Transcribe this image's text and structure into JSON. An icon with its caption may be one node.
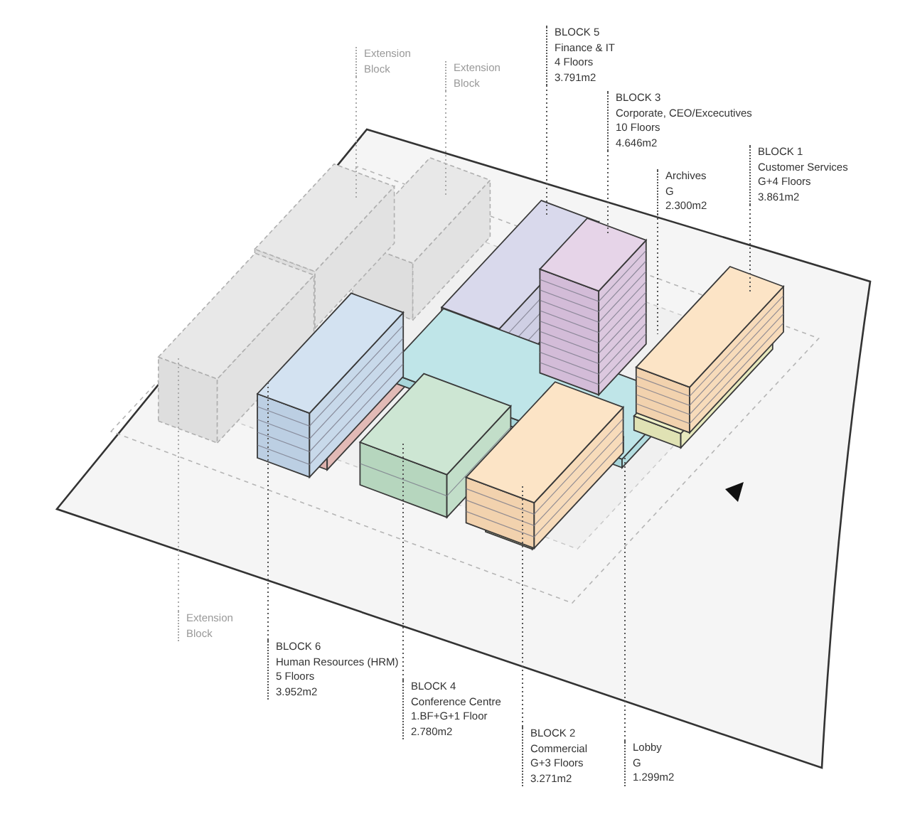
{
  "diagram": {
    "nodes": [
      {
        "text": [
          "BLOCK 5",
          "Finance & IT",
          "4 Floors",
          "3.791m2"
        ]
      },
      {
        "text": [
          "Extension Block"
        ]
      },
      {
        "text": [
          "Extension Block"
        ]
      },
      {
        "text": [
          "BLOCK 3",
          "Corporate, CEO/Excecutives",
          "10 Floors",
          "4.646m2"
        ]
      },
      {
        "text": [
          "BLOCK 1",
          "Customer Services",
          "G+4 Floors",
          "3.861m2"
        ]
      },
      {
        "text": [
          "Archives",
          "G",
          "2.300m2"
        ]
      },
      {
        "text": [
          "Extension Block"
        ]
      },
      {
        "text": [
          "BLOCK 6",
          "Human Resources (HRM)",
          "5 Floors",
          "3.952m2"
        ]
      },
      {
        "text": [
          "BLOCK 4",
          "Conference Centre",
          "1.BF+G+1 Floor",
          "2.780m2"
        ]
      },
      {
        "text": [
          "BLOCK 2",
          "Commercial",
          "G+3 Floors",
          "3.271m2"
        ]
      },
      {
        "text": [
          "Lobby",
          "G",
          "1.299m2"
        ]
      }
    ],
    "edges": [
      {
        "from": 0,
        "to": null,
        "arrow": "none",
        "style": "dashed"
      },
      {
        "from": 1,
        "to": null,
        "arrow": "none",
        "style": "dashed"
      },
      {
        "from": 2,
        "to": null,
        "arrow": "none",
        "style": "dashed"
      },
      {
        "from": 3,
        "to": null,
        "arrow": "none",
        "style": "dashed"
      },
      {
        "from": 4,
        "to": null,
        "arrow": "none",
        "style": "dashed"
      },
      {
        "from": 5,
        "to": null,
        "arrow": "none",
        "style": "dashed"
      },
      {
        "from": 6,
        "to": null,
        "arrow": "none",
        "style": "dashed"
      },
      {
        "from": 7,
        "to": null,
        "arrow": "none",
        "style": "dashed"
      },
      {
        "from": 8,
        "to": null,
        "arrow": "none",
        "style": "dashed"
      },
      {
        "from": 9,
        "to": null,
        "arrow": "none",
        "style": "dashed"
      },
      {
        "from": 10,
        "to": null,
        "arrow": "none",
        "style": "dashed"
      }
    ]
  }
}
